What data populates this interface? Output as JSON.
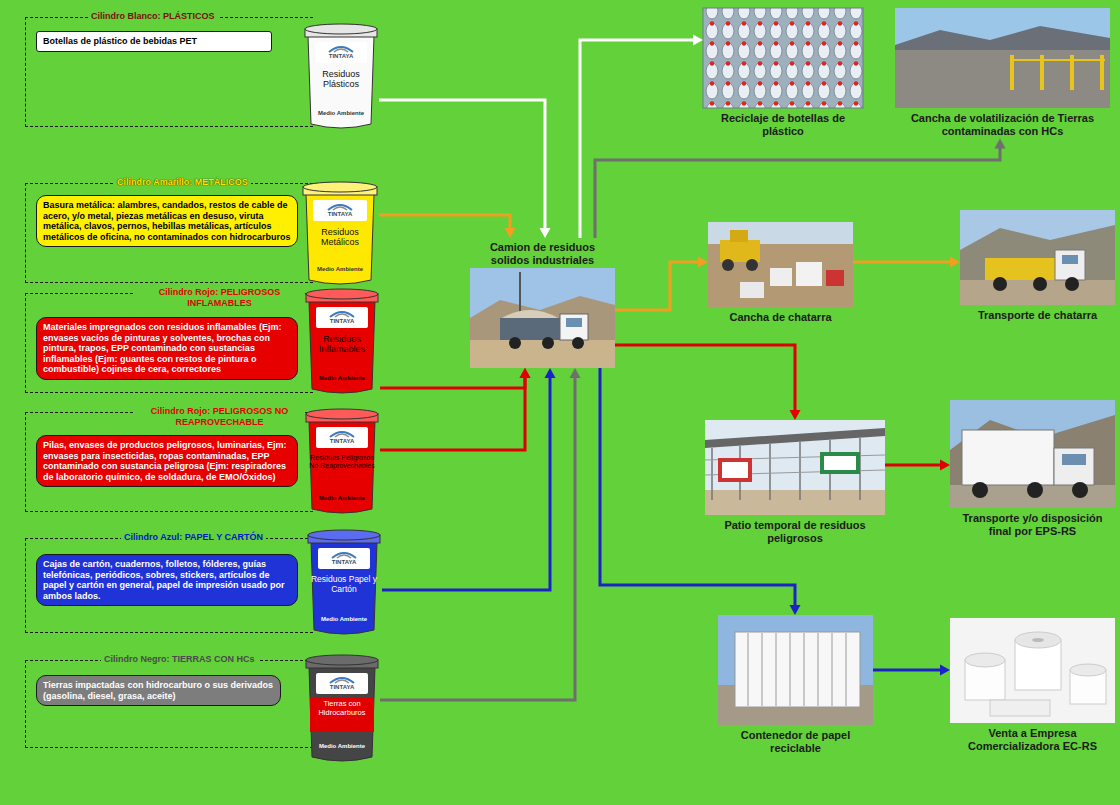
{
  "diagram": {
    "nodes": [
      {
        "text": [
          "Cilindro Blanco: PLÁSTICOS"
        ]
      },
      {
        "text": [
          "Botellas de plástico de bebidas PET"
        ],
        "in": 0
      },
      {
        "text": [
          "TINTAYA",
          "Residuos Plásticos",
          "Medio Ambiente"
        ],
        "in": 0
      },
      {
        "text": [
          "Cilindro Amarillo: METÁLICOS"
        ]
      },
      {
        "text": [
          "Basura metálica: alambres, candados, restos de cable de acero, y/o metal, piezas metálicas en desuso, viruta metálica, clavos, pernos, hebillas metálicas, artículos metálicos de oficina, no contaminados con hidrocarburos"
        ],
        "in": 3
      },
      {
        "text": [
          "TINTAYA",
          "Residuos Metálicos",
          "Medio Ambiente"
        ],
        "in": 3
      },
      {
        "text": [
          "Cilindro Rojo: PELIGROSOS INFLAMABLES"
        ]
      },
      {
        "text": [
          "Materiales impregnados con residuos inflamables (Ejm: envases vacíos de pinturas y solventes, brochas con pintura, trapos, EPP contaminado con sustancias inflamables (Ejm: guantes con restos de pintura o combustible) cojines de cera, correctores"
        ],
        "in": 6
      },
      {
        "text": [
          "TINTAYA",
          "Residuos Inflamables",
          "Medio Ambiente"
        ],
        "in": 6
      },
      {
        "text": [
          "Cilindro Rojo: PELIGROSOS NO REAPROVECHABLE"
        ]
      },
      {
        "text": [
          "Pilas, envases de productos peligrosos, luminarias, Ejm: envases para insecticidas, ropas contaminadas, EPP contaminado con sustancia peligrosa (Ejm: respiradores de laboratorio químico, de soldadura, de EMO/Óxidos)"
        ],
        "in": 9
      },
      {
        "text": [
          "TINTAYA",
          "Residuos Peligrosos No Reaprovechables",
          "Medio Ambiente"
        ],
        "in": 9
      },
      {
        "text": [
          "Cilindro Azul: PAPEL Y CARTÓN"
        ]
      },
      {
        "text": [
          "Cajas de cartón, cuadernos, folletos, fólderes, guías telefónicas, periódicos, sobres, stickers, artículos de papel y cartón en general, papel de impresión usado por ambos lados."
        ],
        "in": 12
      },
      {
        "text": [
          "TINTAYA",
          "Residuos Papel y Cartón",
          "Medio Ambiente"
        ],
        "in": 12
      },
      {
        "text": [
          "Cilindro Negro: TIERRAS CON HCs"
        ]
      },
      {
        "text": [
          "Tierras impactadas con hidrocarburo o sus derivados (gasolina, diesel, grasa, aceite)"
        ],
        "in": 15
      },
      {
        "text": [
          "TINTAYA",
          "Tierras con Hidrocarburos",
          "Medio Ambiente"
        ],
        "in": 15
      },
      {
        "text": [
          "Camion de residuos solidos industriales"
        ]
      },
      {
        "text": [
          "Reciclaje de botellas de plástico"
        ]
      },
      {
        "text": [
          "Cancha de volatilización de Tierras contaminadas con HCs"
        ]
      },
      {
        "text": [
          "Cancha de chatarra"
        ]
      },
      {
        "text": [
          "Transporte de chatarra"
        ]
      },
      {
        "text": [
          "Patio temporal de residuos peligrosos"
        ]
      },
      {
        "text": [
          "Transporte y/o disposición final por EPS-RS"
        ]
      },
      {
        "text": [
          "Contenedor de papel reciclable"
        ]
      },
      {
        "text": [
          "Venta a Empresa Comercializadora EC-RS"
        ]
      }
    ],
    "edges": [
      {
        "from": 2,
        "to": 18,
        "arrow": "to"
      },
      {
        "from": 5,
        "to": 18,
        "arrow": "to"
      },
      {
        "from": 8,
        "to": 18,
        "arrow": "to"
      },
      {
        "from": 11,
        "to": 18,
        "arrow": "to"
      },
      {
        "from": 14,
        "to": 18,
        "arrow": "to"
      },
      {
        "from": 17,
        "to": 18,
        "arrow": "to"
      },
      {
        "from": 18,
        "to": 19,
        "arrow": "to"
      },
      {
        "from": 18,
        "to": 20,
        "arrow": "to"
      },
      {
        "from": 18,
        "to": 21,
        "arrow": "to"
      },
      {
        "from": 21,
        "to": 22,
        "arrow": "to"
      },
      {
        "from": 18,
        "to": 23,
        "arrow": "to"
      },
      {
        "from": 23,
        "to": 24,
        "arrow": "to"
      },
      {
        "from": 18,
        "to": 25,
        "arrow": "to"
      },
      {
        "from": 25,
        "to": 26,
        "arrow": "to"
      }
    ]
  }
}
